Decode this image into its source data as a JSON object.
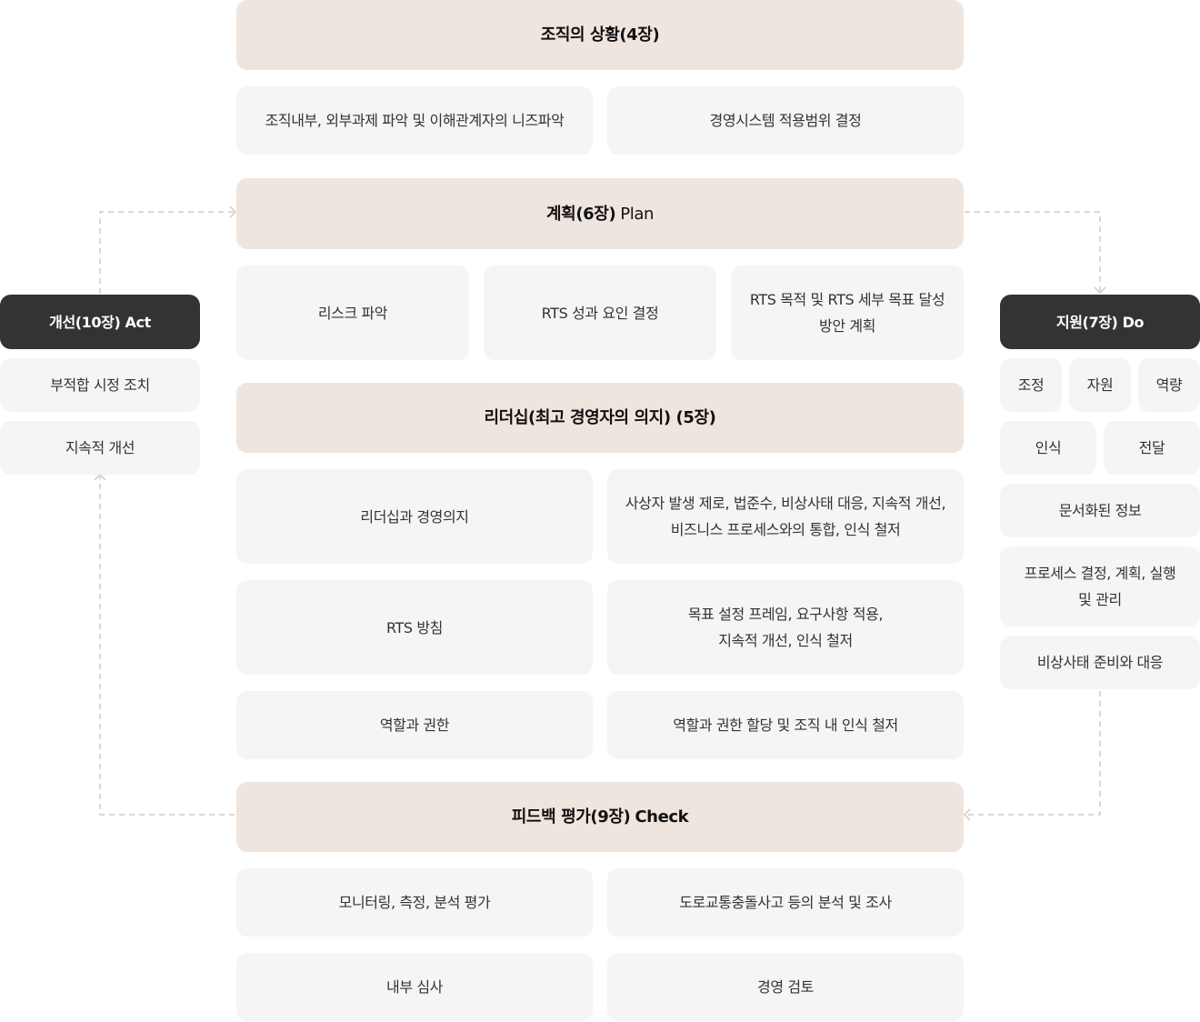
{
  "context": {
    "title": "조직의 상황(4장)",
    "items": [
      "조직내부, 외부과제 파악 및 이해관계자의 니즈파악",
      "경영시스템 적용범위 결정"
    ]
  },
  "plan": {
    "title": "계획(6장)",
    "title_en": "Plan",
    "items": [
      "리스크 파악",
      "RTS 성과 요인 결정",
      "RTS 목적 및 RTS 세부 목표 달성\n방안 계획"
    ]
  },
  "leadership": {
    "title": "리더십(최고 경영자의 의지) (5장)",
    "rows": [
      [
        "리더십과 경영의지",
        "사상자 발생 제로, 법준수, 비상사태 대응, 지속적 개선,\n비즈니스 프로세스와의 통합, 인식 철저"
      ],
      [
        "RTS 방침",
        "목표 설정 프레임, 요구사항 적용,\n지속적 개선, 인식 철저"
      ],
      [
        "역할과 권한",
        "역할과 권한 할당 및 조직 내 인식 철저"
      ]
    ]
  },
  "check": {
    "title": "피드백 평가(9장)",
    "title_en": "Check",
    "rows": [
      [
        "모니터링, 측정, 분석 평가",
        "도로교통충돌사고 등의 분석 및 조사"
      ],
      [
        "내부 심사",
        "경영 검토"
      ]
    ]
  },
  "act": {
    "title": "개선(10장) Act",
    "items": [
      "부적합 시정 조치",
      "지속적 개선"
    ]
  },
  "do": {
    "title": "지원(7장) Do",
    "row1": [
      "조정",
      "자원",
      "역량"
    ],
    "row2": [
      "인식",
      "전달"
    ],
    "items": [
      "문서화된 정보",
      "프로세스 결정, 계획, 실행\n및 관리",
      "비상사태 준비와 대응"
    ]
  },
  "colors": {
    "section_header_bg": "#efe5df",
    "item_bg": "#f5f5f5",
    "dark_header_bg": "#333333",
    "connector": "#cccccc"
  }
}
